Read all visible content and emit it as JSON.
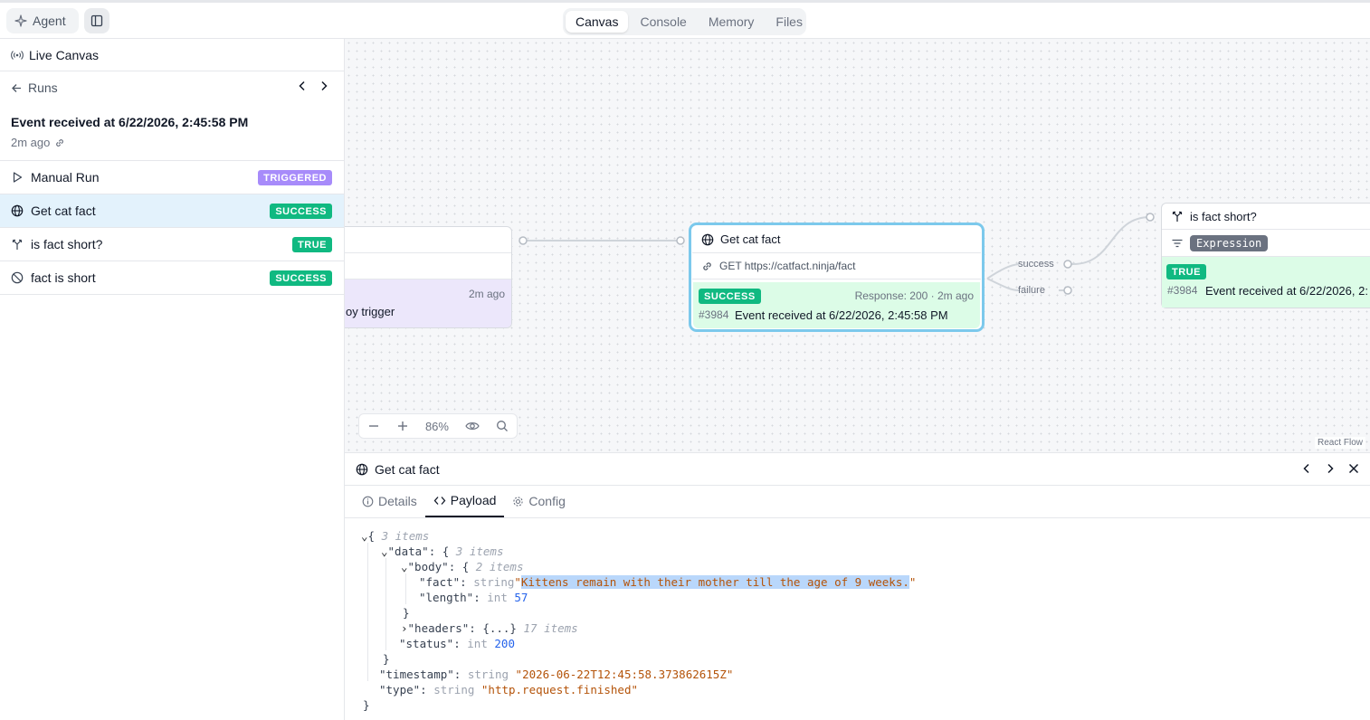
{
  "topbar": {
    "agent_label": "Agent",
    "tabs": [
      {
        "label": "Canvas",
        "active": true
      },
      {
        "label": "Console",
        "active": false
      },
      {
        "label": "Memory",
        "active": false
      },
      {
        "label": "Files",
        "active": false
      }
    ]
  },
  "sidebar": {
    "live_canvas": "Live Canvas",
    "runs_label": "Runs",
    "event_title": "Event received at 6/22/2026, 2:45:58 PM",
    "event_time": "2m ago",
    "steps": [
      {
        "label": "Manual Run",
        "badge": "TRIGGERED",
        "icon": "play-icon"
      },
      {
        "label": "Get cat fact",
        "badge": "SUCCESS",
        "icon": "globe-icon",
        "selected": true
      },
      {
        "label": "is fact short?",
        "badge": "TRUE",
        "icon": "branch-icon"
      },
      {
        "label": "fact is short",
        "badge": "SUCCESS",
        "icon": "no-entry-icon"
      }
    ]
  },
  "canvas": {
    "trigger_node": {
      "time": "2m ago",
      "label": "oy trigger"
    },
    "get_node": {
      "title": "Get cat fact",
      "request": "GET https://catfact.ninja/fact",
      "status": "SUCCESS",
      "response": "Response: 200 · 2m ago",
      "event_id": "#3984",
      "event_text": "Event received at 6/22/2026, 2:45:58 PM"
    },
    "edges": {
      "success": "success",
      "failure": "failure"
    },
    "condition_node": {
      "title": "is fact short?",
      "expression": "Expression",
      "status": "TRUE",
      "event_id": "#3984",
      "event_text": "Event received at 6/22/2026, 2:"
    },
    "zoom": "86%",
    "attribution": "React Flow"
  },
  "bottom_panel": {
    "title": "Get cat fact",
    "tabs": [
      {
        "label": "Details",
        "active": false
      },
      {
        "label": "Payload",
        "active": true
      },
      {
        "label": "Config",
        "active": false
      }
    ],
    "json": {
      "root_meta": "3 items",
      "data_key": "\"data\"",
      "data_meta": "3 items",
      "body_key": "\"body\"",
      "body_meta": "2 items",
      "fact_key": "\"fact\"",
      "fact_type": "string",
      "fact_value": "Kittens remain with their mother till the age of 9 weeks.",
      "length_key": "\"length\"",
      "length_type": "int",
      "length_value": "57",
      "headers_key": "\"headers\"",
      "headers_collapsed": "{...}",
      "headers_meta": "17 items",
      "status_key": "\"status\"",
      "status_type": "int",
      "status_value": "200",
      "timestamp_key": "\"timestamp\"",
      "timestamp_type": "string",
      "timestamp_value": "\"2026-06-22T12:45:58.373862615Z\"",
      "type_key": "\"type\"",
      "type_type": "string",
      "type_value": "\"http.request.finished\""
    }
  }
}
